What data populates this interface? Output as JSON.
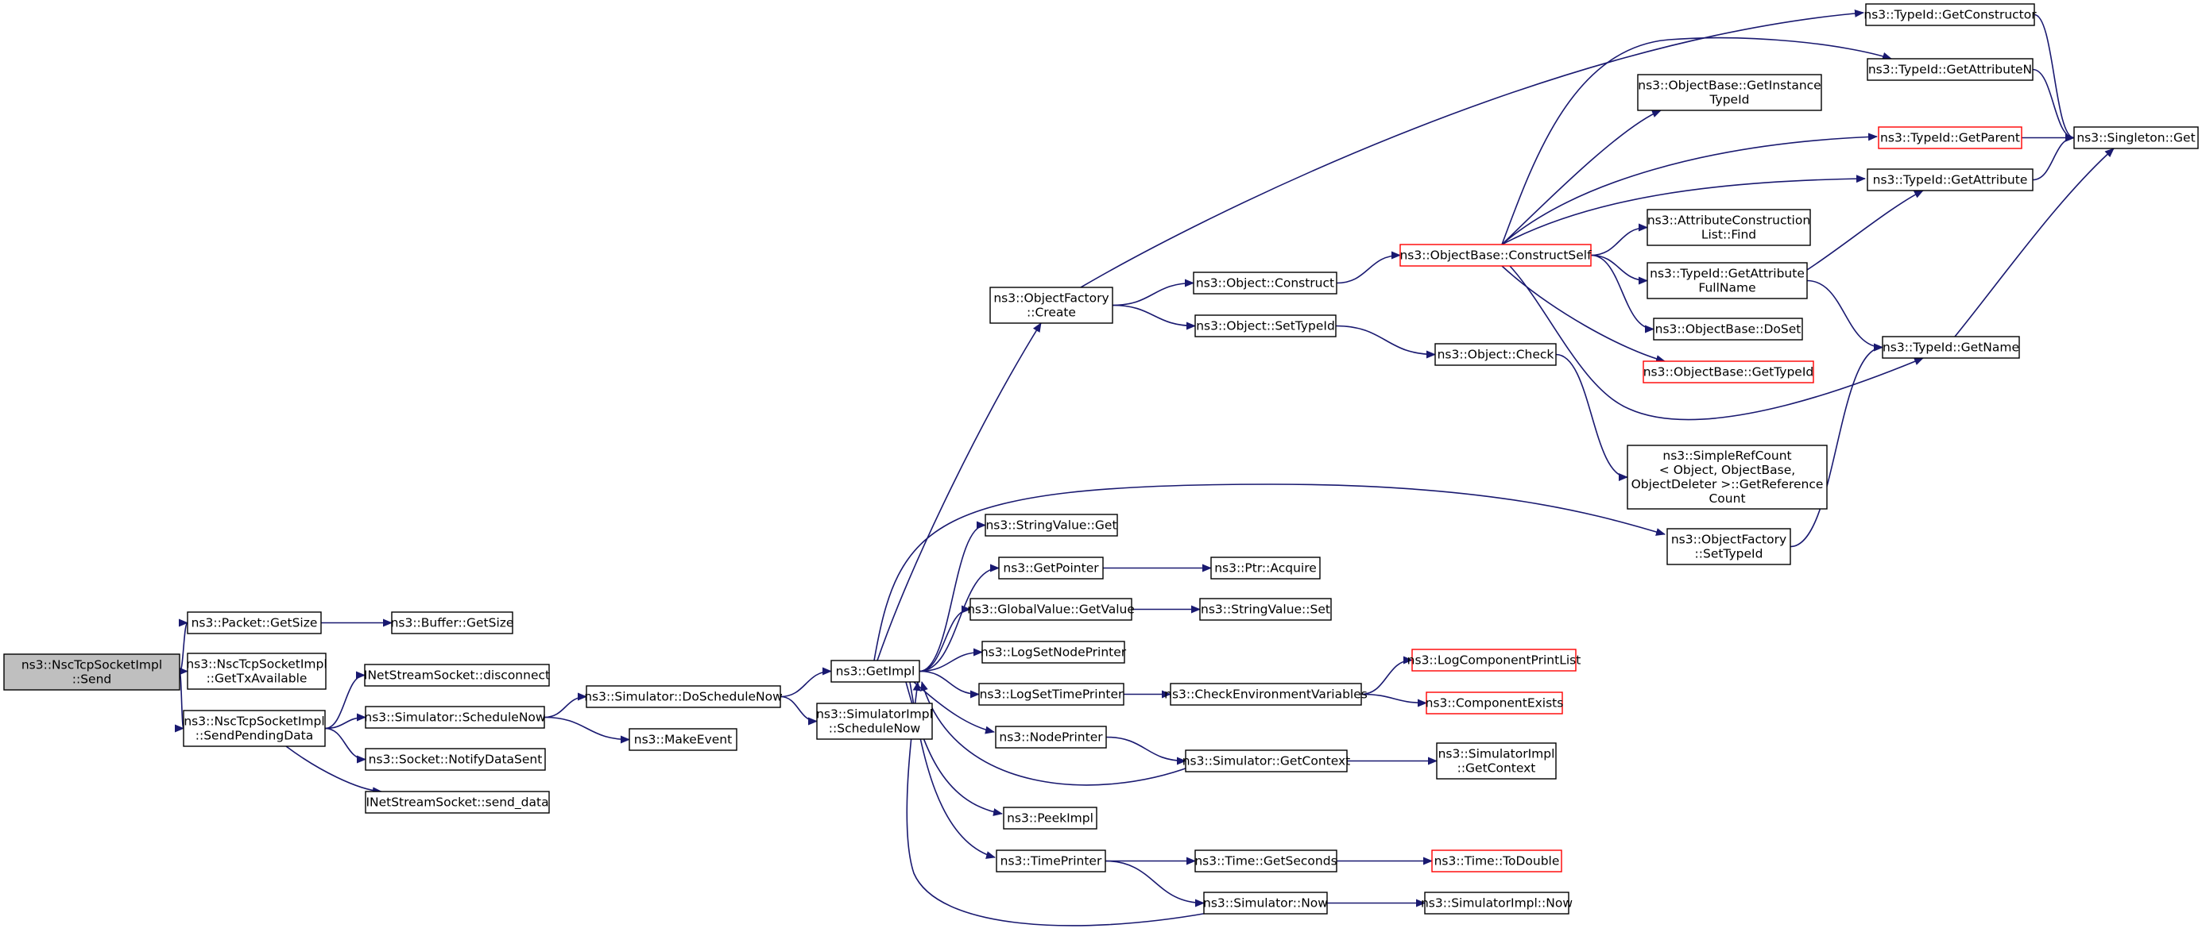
{
  "nodes": [
    {
      "id": "send",
      "lines": [
        "ns3::NscTcpSocketImpl",
        "::Send"
      ],
      "style": "root"
    },
    {
      "id": "packet_getsize",
      "lines": [
        "ns3::Packet::GetSize"
      ],
      "style": "normal"
    },
    {
      "id": "buffer_getsize",
      "lines": [
        "ns3::Buffer::GetSize"
      ],
      "style": "normal"
    },
    {
      "id": "gettxavailable",
      "lines": [
        "ns3::NscTcpSocketImpl",
        "::GetTxAvailable"
      ],
      "style": "normal"
    },
    {
      "id": "sendpendingdata",
      "lines": [
        "ns3::NscTcpSocketImpl",
        "::SendPendingData"
      ],
      "style": "normal"
    },
    {
      "id": "disconnect",
      "lines": [
        "INetStreamSocket::disconnect"
      ],
      "style": "normal"
    },
    {
      "id": "simulator_schedulenow",
      "lines": [
        "ns3::Simulator::ScheduleNow"
      ],
      "style": "normal"
    },
    {
      "id": "notifydatasent",
      "lines": [
        "ns3::Socket::NotifyDataSent"
      ],
      "style": "normal"
    },
    {
      "id": "send_data",
      "lines": [
        "INetStreamSocket::send_data"
      ],
      "style": "normal"
    },
    {
      "id": "doschedulenow",
      "lines": [
        "ns3::Simulator::DoScheduleNow"
      ],
      "style": "normal"
    },
    {
      "id": "makeevent",
      "lines": [
        "ns3::MakeEvent"
      ],
      "style": "normal"
    },
    {
      "id": "getimpl",
      "lines": [
        "ns3::GetImpl"
      ],
      "style": "normal"
    },
    {
      "id": "simimpl_schedulenow",
      "lines": [
        "ns3::SimulatorImpl",
        "::ScheduleNow"
      ],
      "style": "normal"
    },
    {
      "id": "objectfactory_create",
      "lines": [
        "ns3::ObjectFactory",
        "::Create"
      ],
      "style": "normal"
    },
    {
      "id": "stringvalue_get",
      "lines": [
        "ns3::StringValue::Get"
      ],
      "style": "normal"
    },
    {
      "id": "getpointer",
      "lines": [
        "ns3::GetPointer"
      ],
      "style": "normal"
    },
    {
      "id": "globalvalue_getvalue",
      "lines": [
        "ns3::GlobalValue::GetValue"
      ],
      "style": "normal"
    },
    {
      "id": "logsetnodeprinter",
      "lines": [
        "ns3::LogSetNodePrinter"
      ],
      "style": "normal"
    },
    {
      "id": "logsettimeprinter",
      "lines": [
        "ns3::LogSetTimePrinter"
      ],
      "style": "normal"
    },
    {
      "id": "nodeprinter",
      "lines": [
        "ns3::NodePrinter"
      ],
      "style": "normal"
    },
    {
      "id": "peekimpl",
      "lines": [
        "ns3::PeekImpl"
      ],
      "style": "normal"
    },
    {
      "id": "timeprinter",
      "lines": [
        "ns3::TimePrinter"
      ],
      "style": "normal"
    },
    {
      "id": "object_construct",
      "lines": [
        "ns3::Object::Construct"
      ],
      "style": "normal"
    },
    {
      "id": "object_settypeid",
      "lines": [
        "ns3::Object::SetTypeId"
      ],
      "style": "normal"
    },
    {
      "id": "ptr_acquire",
      "lines": [
        "ns3::Ptr::Acquire"
      ],
      "style": "normal"
    },
    {
      "id": "stringvalue_set",
      "lines": [
        "ns3::StringValue::Set"
      ],
      "style": "normal"
    },
    {
      "id": "checkenvvars",
      "lines": [
        "ns3::CheckEnvironmentVariables"
      ],
      "style": "normal"
    },
    {
      "id": "simulator_getcontext",
      "lines": [
        "ns3::Simulator::GetContext"
      ],
      "style": "normal"
    },
    {
      "id": "time_getseconds",
      "lines": [
        "ns3::Time::GetSeconds"
      ],
      "style": "normal"
    },
    {
      "id": "simulator_now",
      "lines": [
        "ns3::Simulator::Now"
      ],
      "style": "normal"
    },
    {
      "id": "constructself",
      "lines": [
        "ns3::ObjectBase::ConstructSelf"
      ],
      "style": "red"
    },
    {
      "id": "object_check",
      "lines": [
        "ns3::Object::Check"
      ],
      "style": "normal"
    },
    {
      "id": "logcomponentprintlist",
      "lines": [
        "ns3::LogComponentPrintList"
      ],
      "style": "red"
    },
    {
      "id": "componentexists",
      "lines": [
        "ns3::ComponentExists"
      ],
      "style": "red"
    },
    {
      "id": "simimpl_getcontext",
      "lines": [
        "ns3::SimulatorImpl",
        "::GetContext"
      ],
      "style": "normal"
    },
    {
      "id": "time_todouble",
      "lines": [
        "ns3::Time::ToDouble"
      ],
      "style": "red"
    },
    {
      "id": "simimpl_now",
      "lines": [
        "ns3::SimulatorImpl::Now"
      ],
      "style": "normal"
    },
    {
      "id": "getinstancetypeid",
      "lines": [
        "ns3::ObjectBase::GetInstance",
        "TypeId"
      ],
      "style": "normal"
    },
    {
      "id": "attrconstructionlist_find",
      "lines": [
        "ns3::AttributeConstruction",
        "List::Find"
      ],
      "style": "normal"
    },
    {
      "id": "getattributefullname",
      "lines": [
        "ns3::TypeId::GetAttribute",
        "FullName"
      ],
      "style": "normal"
    },
    {
      "id": "objectbase_doset",
      "lines": [
        "ns3::ObjectBase::DoSet"
      ],
      "style": "normal"
    },
    {
      "id": "objectbase_gettypeid",
      "lines": [
        "ns3::ObjectBase::GetTypeId"
      ],
      "style": "red"
    },
    {
      "id": "simplerefcount",
      "lines": [
        "ns3::SimpleRefCount",
        "< Object, ObjectBase,",
        "ObjectDeleter >::GetReference",
        "Count"
      ],
      "style": "normal"
    },
    {
      "id": "objectfactory_settypeid",
      "lines": [
        "ns3::ObjectFactory",
        "::SetTypeId"
      ],
      "style": "normal"
    },
    {
      "id": "typeid_getconstructor",
      "lines": [
        "ns3::TypeId::GetConstructor"
      ],
      "style": "normal"
    },
    {
      "id": "typeid_getattributen",
      "lines": [
        "ns3::TypeId::GetAttributeN"
      ],
      "style": "normal"
    },
    {
      "id": "typeid_getparent",
      "lines": [
        "ns3::TypeId::GetParent"
      ],
      "style": "red"
    },
    {
      "id": "typeid_getattribute",
      "lines": [
        "ns3::TypeId::GetAttribute"
      ],
      "style": "normal"
    },
    {
      "id": "typeid_getname",
      "lines": [
        "ns3::TypeId::GetName"
      ],
      "style": "normal"
    },
    {
      "id": "singleton_get",
      "lines": [
        "ns3::Singleton::Get"
      ],
      "style": "normal"
    }
  ],
  "edges": [
    [
      "send",
      "packet_getsize"
    ],
    [
      "send",
      "gettxavailable"
    ],
    [
      "send",
      "sendpendingdata"
    ],
    [
      "packet_getsize",
      "buffer_getsize"
    ],
    [
      "sendpendingdata",
      "disconnect"
    ],
    [
      "sendpendingdata",
      "simulator_schedulenow"
    ],
    [
      "sendpendingdata",
      "notifydatasent"
    ],
    [
      "sendpendingdata",
      "send_data"
    ],
    [
      "simulator_schedulenow",
      "doschedulenow"
    ],
    [
      "simulator_schedulenow",
      "makeevent"
    ],
    [
      "doschedulenow",
      "getimpl"
    ],
    [
      "doschedulenow",
      "simimpl_schedulenow"
    ],
    [
      "getimpl",
      "objectfactory_create"
    ],
    [
      "getimpl",
      "stringvalue_get"
    ],
    [
      "getimpl",
      "getpointer"
    ],
    [
      "getimpl",
      "globalvalue_getvalue"
    ],
    [
      "getimpl",
      "logsetnodeprinter"
    ],
    [
      "getimpl",
      "logsettimeprinter"
    ],
    [
      "getimpl",
      "nodeprinter"
    ],
    [
      "getimpl",
      "peekimpl"
    ],
    [
      "getimpl",
      "timeprinter"
    ],
    [
      "getimpl",
      "objectfactory_settypeid"
    ],
    [
      "objectfactory_create",
      "object_construct"
    ],
    [
      "objectfactory_create",
      "object_settypeid"
    ],
    [
      "objectfactory_create",
      "typeid_getconstructor"
    ],
    [
      "getpointer",
      "ptr_acquire"
    ],
    [
      "globalvalue_getvalue",
      "stringvalue_set"
    ],
    [
      "logsettimeprinter",
      "checkenvvars"
    ],
    [
      "checkenvvars",
      "logcomponentprintlist"
    ],
    [
      "checkenvvars",
      "componentexists"
    ],
    [
      "nodeprinter",
      "simulator_getcontext"
    ],
    [
      "simulator_getcontext",
      "getimpl"
    ],
    [
      "simulator_getcontext",
      "simimpl_getcontext"
    ],
    [
      "timeprinter",
      "time_getseconds"
    ],
    [
      "timeprinter",
      "simulator_now"
    ],
    [
      "time_getseconds",
      "time_todouble"
    ],
    [
      "simulator_now",
      "getimpl"
    ],
    [
      "simulator_now",
      "simimpl_now"
    ],
    [
      "object_construct",
      "constructself"
    ],
    [
      "object_settypeid",
      "object_check"
    ],
    [
      "object_check",
      "simplerefcount"
    ],
    [
      "constructself",
      "getinstancetypeid"
    ],
    [
      "constructself",
      "typeid_getattributen"
    ],
    [
      "constructself",
      "typeid_getparent"
    ],
    [
      "constructself",
      "typeid_getattribute"
    ],
    [
      "constructself",
      "attrconstructionlist_find"
    ],
    [
      "constructself",
      "getattributefullname"
    ],
    [
      "constructself",
      "objectbase_doset"
    ],
    [
      "constructself",
      "objectbase_gettypeid"
    ],
    [
      "constructself",
      "typeid_getname"
    ],
    [
      "getattributefullname",
      "typeid_getattribute"
    ],
    [
      "getattributefullname",
      "typeid_getname"
    ],
    [
      "objectfactory_settypeid",
      "typeid_getname"
    ],
    [
      "typeid_getconstructor",
      "singleton_get"
    ],
    [
      "typeid_getattributen",
      "singleton_get"
    ],
    [
      "typeid_getparent",
      "singleton_get"
    ],
    [
      "typeid_getattribute",
      "singleton_get"
    ],
    [
      "typeid_getname",
      "singleton_get"
    ]
  ],
  "colors": {
    "edge": "#191970",
    "node_border": "#000000",
    "node_border_red": "#ff0000",
    "root_fill": "#bfbfbf",
    "node_fill": "#ffffff",
    "text": "#000000"
  }
}
